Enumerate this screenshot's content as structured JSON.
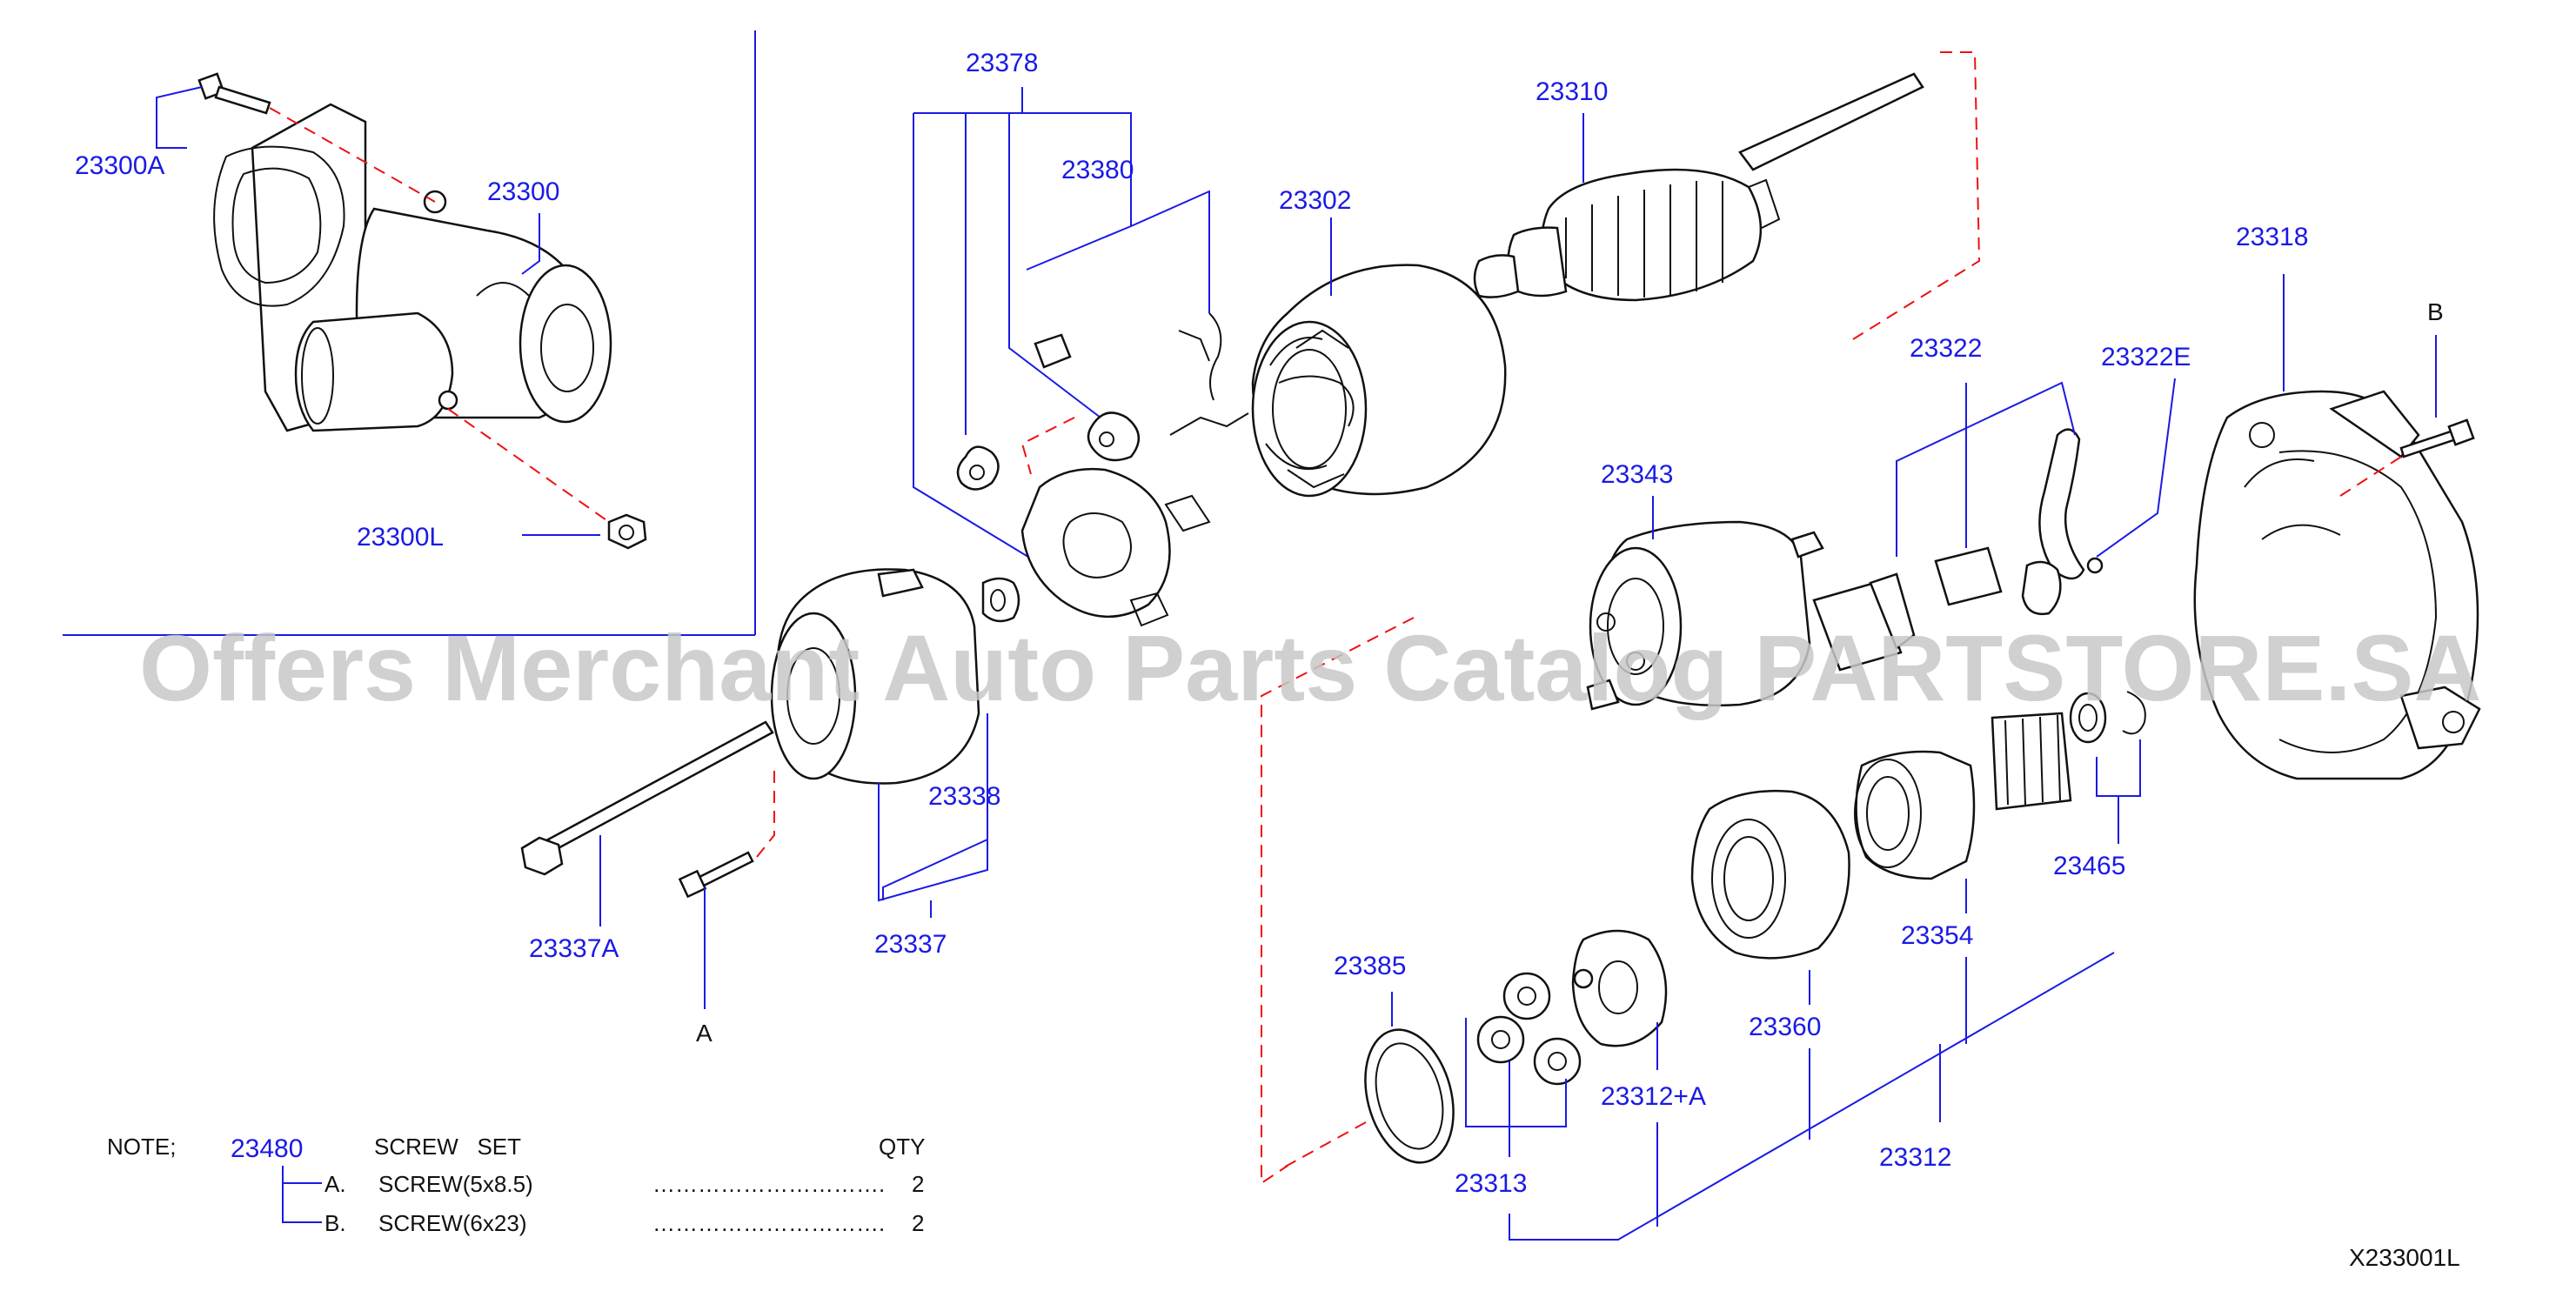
{
  "diagram_code": "X233001L",
  "watermark": "Offers Merchant Auto Parts Catalog PARTSTORE.SA",
  "callouts": {
    "p23300A": "23300A",
    "p23300": "23300",
    "p23300L": "23300L",
    "p23378": "23378",
    "p23380": "23380",
    "p23302": "23302",
    "p23310": "23310",
    "p23318": "23318",
    "B_top": "B",
    "p23322": "23322",
    "p23322E": "23322E",
    "p23343": "23343",
    "p23338": "23338",
    "p23337": "23337",
    "p23337A": "23337A",
    "A_bottom": "A",
    "p23385": "23385",
    "p23313": "23313",
    "p23312A": "23312+A",
    "p23360": "23360",
    "p23354": "23354",
    "p23465": "23465",
    "p23312": "23312"
  },
  "note": {
    "prefix": "NOTE;",
    "part": "23480",
    "title": "SCREW   SET",
    "qty_header": "QTY",
    "rows": [
      {
        "key": "A.",
        "desc": "SCREW(5x8.5)",
        "dots": "………………………….",
        "qty": "2"
      },
      {
        "key": "B.",
        "desc": "SCREW(6x23)",
        "dots": "………………………….",
        "qty": "2"
      }
    ]
  }
}
